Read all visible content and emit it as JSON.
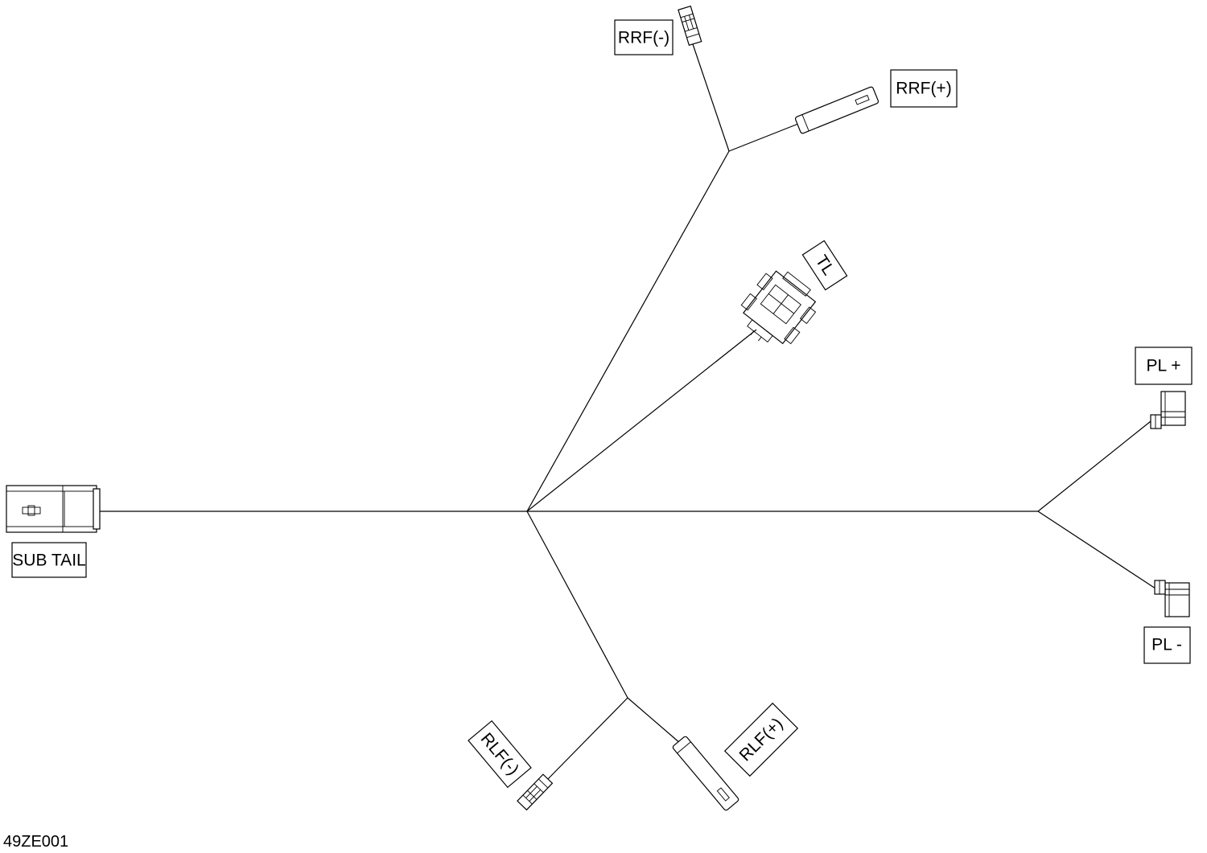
{
  "figure_id": "49ZE001",
  "labels": {
    "sub_tail": "SUB TAIL",
    "rrf_minus": "RRF(-)",
    "rrf_plus": "RRF(+)",
    "tl": "TL",
    "pl_plus": "PL +",
    "pl_minus": "PL -",
    "rlf_minus": "RLF(-)",
    "rlf_plus": "RLF(+)"
  }
}
